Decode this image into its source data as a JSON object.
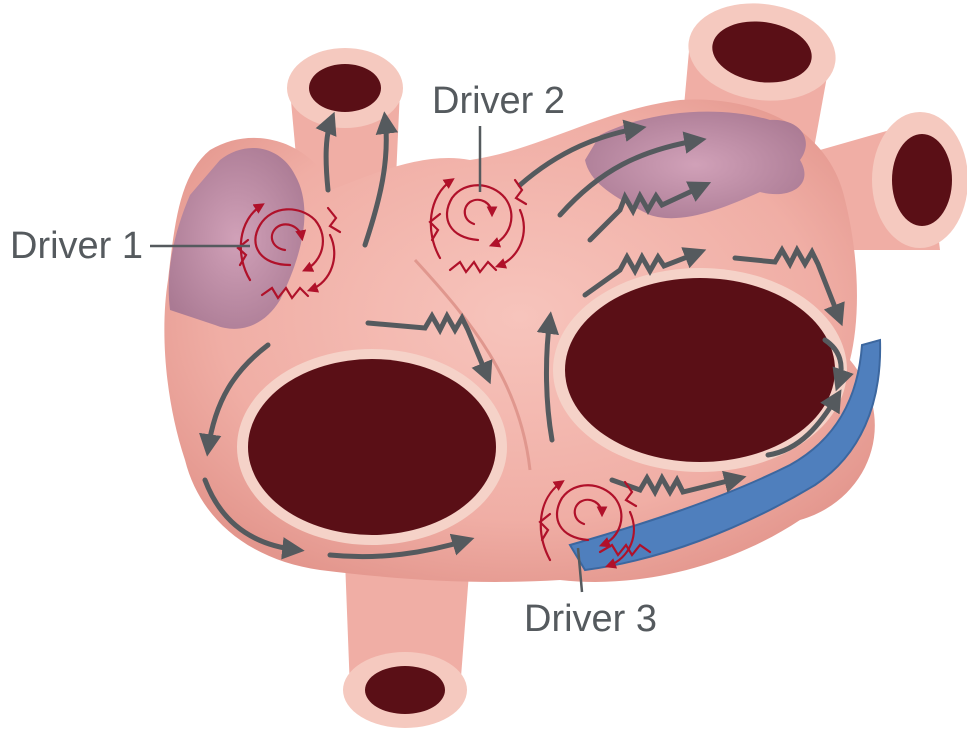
{
  "labels": {
    "driver1": "Driver 1",
    "driver2": "Driver 2",
    "driver3": "Driver 3"
  },
  "colors": {
    "tissue": "#f2b5ad",
    "tissue_shadow": "#e39a92",
    "vessel_lumen": "#5a0f16",
    "vessel_rim": "#f5d2c8",
    "scar_tissue": "#b98aa6",
    "coronary_sinus": "#4f7fbd",
    "flow_arrow": "#555a5e",
    "rotor": "#b0112a",
    "label_text": "#555a5e"
  }
}
